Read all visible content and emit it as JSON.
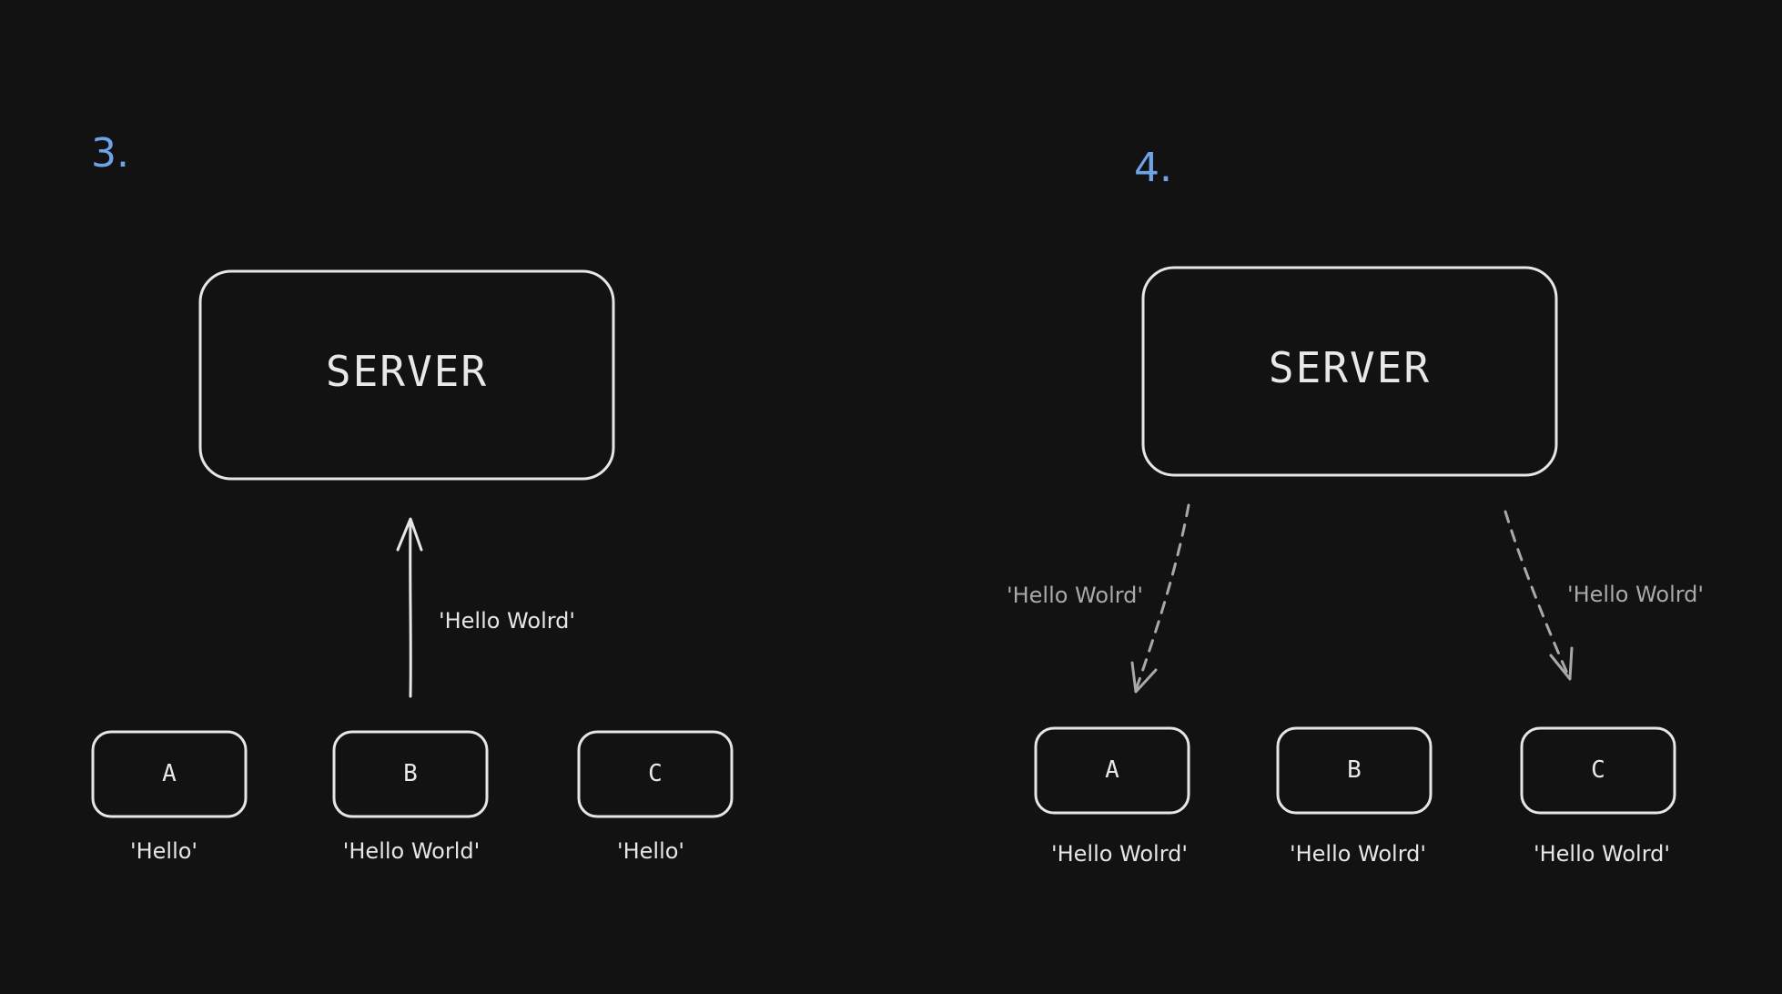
{
  "colors": {
    "background": "#121212",
    "step_number": "#6ea3e8",
    "stroke": "#e6e6e6",
    "dim_stroke": "#a9a9a9"
  },
  "panel3": {
    "number": "3.",
    "server_label": "SERVER",
    "arrow_label": "'Hello Wolrd'",
    "clients": [
      {
        "label": "A",
        "value": "'Hello'"
      },
      {
        "label": "B",
        "value": "'Hello World'"
      },
      {
        "label": "C",
        "value": "'Hello'"
      }
    ]
  },
  "panel4": {
    "number": "4.",
    "server_label": "SERVER",
    "left_arrow_label": "'Hello Wolrd'",
    "right_arrow_label": "'Hello Wolrd'",
    "clients": [
      {
        "label": "A",
        "value": "'Hello Wolrd'"
      },
      {
        "label": "B",
        "value": "'Hello Wolrd'"
      },
      {
        "label": "C",
        "value": "'Hello Wolrd'"
      }
    ]
  }
}
